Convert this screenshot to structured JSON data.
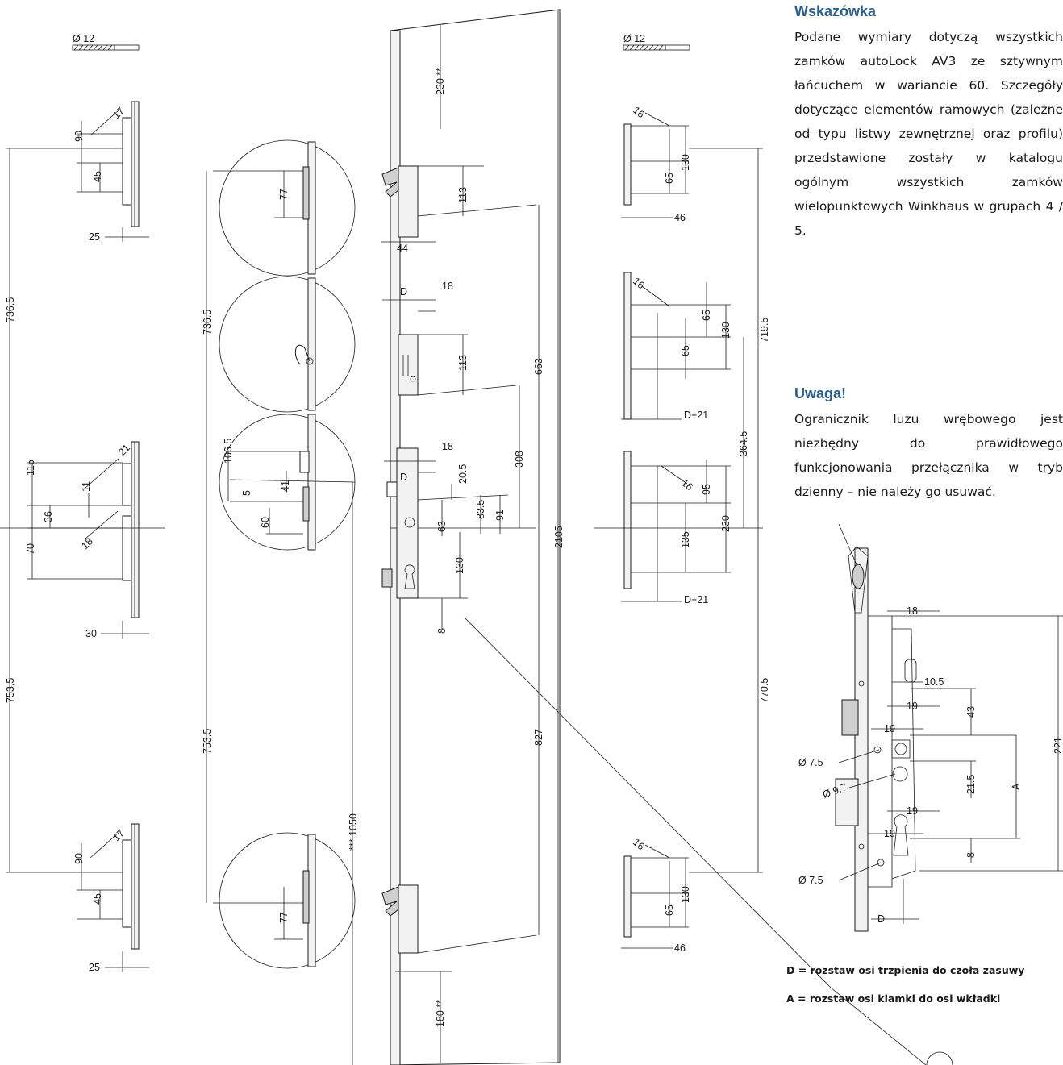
{
  "notes": {
    "hint_title": "Wskazówka",
    "hint_text": "Podane wymiary dotyczą wszystkich zamków autoLock AV3 ze sztywnym łańcuchem w wariancie 60. Szczegóły dotyczące elementów ramowych (zależne od typu listwy zewnętrznej oraz profilu) przedstawione zostały w katalogu ogólnym wszystkich zamków wielopunktowych Winkhaus w grupach 4 / 5.",
    "warning_title": "Uwaga!",
    "warning_text": "Ogranicznik luzu wrębowego jest niezbędny do prawidłowego funkcjonowania przełącznika w tryb dzienny – nie należy go usuwać."
  },
  "legend": {
    "d": "D = rozstaw osi trzpienia do czoła zasuwy",
    "a": "A = rozstaw osi klamki do osi wkładki"
  },
  "drill": {
    "left_label": "Ø 12",
    "right_label": "Ø 12"
  },
  "dimensions": {
    "left_col": {
      "top": [
        "17",
        "90",
        "45",
        "25"
      ],
      "mid": [
        "21",
        "115",
        "11",
        "18",
        "36",
        "70",
        "30"
      ],
      "bot": [
        "17",
        "90",
        "45",
        "25"
      ],
      "span_upper": "736.5",
      "span_lower": "753.5"
    },
    "circles": {
      "c1": "77",
      "c3": [
        "106.5",
        "5",
        "41",
        "60"
      ],
      "c4": "77",
      "span_upper": "736.5",
      "span_lower": "753.5",
      "handle_height": "*** 1050"
    },
    "center": {
      "top_gap": "230 **",
      "bottom_gap": "180 **",
      "total": "2105",
      "hook_top": "113",
      "hook_top_w": "44",
      "switch_h": "113",
      "d1": "D",
      "d1_18": "18",
      "d2": "D",
      "d2_18": "18",
      "d_205": "20.5",
      "d_63": "63",
      "d_835": "83.5",
      "d_91": "91",
      "d_130": "130",
      "d_8": "8",
      "d_308": "308",
      "d_663": "663",
      "d_827": "827"
    },
    "right_col": {
      "k1": [
        "16",
        "65",
        "130",
        "46"
      ],
      "k2": [
        "16",
        "65",
        "65",
        "130",
        "D+21"
      ],
      "k3": [
        "16",
        "95",
        "135",
        "230",
        "D+21"
      ],
      "k4": [
        "16",
        "65",
        "130",
        "46"
      ],
      "span_7195": "719.5",
      "span_3645": "364.5",
      "span_7705": "770.5"
    },
    "lock_detail": {
      "top18": "18",
      "d105": "10.5",
      "d19a": "19",
      "d43": "43",
      "d19b": "19",
      "dia75a": "Ø 7.5",
      "dia97": "Ø 9.7",
      "d215": "21.5",
      "a": "A",
      "d19c": "19",
      "d19d": "19",
      "d8": "8",
      "dia75b": "Ø 7.5",
      "d_label": "D",
      "overall": "221"
    }
  }
}
